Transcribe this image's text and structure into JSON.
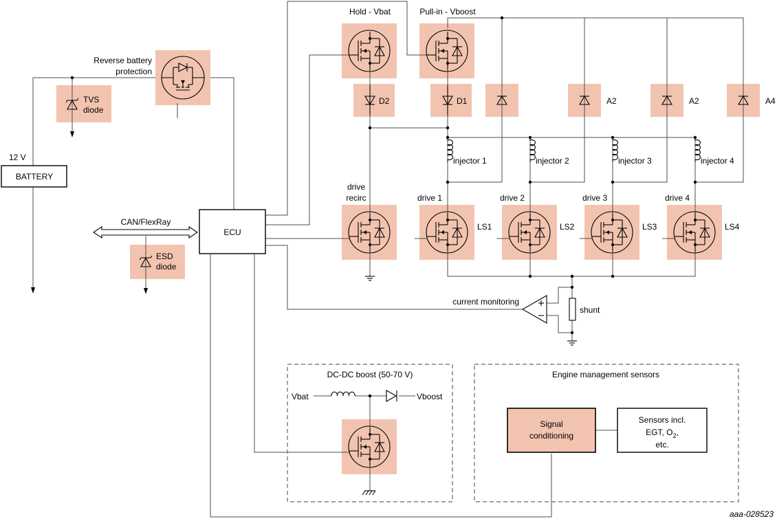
{
  "colors": {
    "component_fill": "#f2c4b0",
    "wire": "#4d4d4d",
    "boundary": "#666666"
  },
  "labels": {
    "hold_vbat": "Hold - Vbat",
    "pullin_vboost": "Pull-in - Vboost",
    "reverse_battery_l1": "Reverse battery",
    "reverse_battery_l2": "protection",
    "tvs_l1": "TVS",
    "tvs_l2": "diode",
    "battery_voltage": "12 V",
    "battery": "BATTERY",
    "can_flexray": "CAN/FlexRay",
    "ecu": "ECU",
    "esd_l1": "ESD",
    "esd_l2": "diode",
    "d2": "D2",
    "d1": "D1",
    "a2_first": "A2",
    "a2_second": "A2",
    "a4": "A4",
    "injector1": "injector 1",
    "injector2": "injector 2",
    "injector3": "injector 3",
    "injector4": "injector 4",
    "drive_recirc_l1": "drive",
    "drive_recirc_l2": "recirc",
    "drive1": "drive 1",
    "drive2": "drive 2",
    "drive3": "drive 3",
    "drive4": "drive 4",
    "ls1": "LS1",
    "ls2": "LS2",
    "ls3": "LS3",
    "ls4": "LS4",
    "current_monitoring": "current monitoring",
    "shunt": "shunt",
    "dcdc_title": "DC-DC boost (50-70 V)",
    "vbat": "Vbat",
    "vboost": "Vboost",
    "ems_title": "Engine management sensors",
    "signal_cond_l1": "Signal",
    "signal_cond_l2": "conditioning",
    "sensors_l1": "Sensors incl.",
    "sensors_l2a": "EGT, O",
    "sensors_l2_sub": "2",
    "sensors_l2b": ",",
    "sensors_l3": "etc.",
    "figure_id": "aaa-028523"
  },
  "icons": {
    "mosfet": "mosfet-icon",
    "diode": "diode-icon",
    "tvs": "tvs-diode-icon",
    "zener": "zener-diode-icon",
    "inductor": "inductor-icon",
    "ground": "ground-icon",
    "amplifier": "op-amp-icon",
    "resistor": "resistor-icon",
    "arrow": "double-arrow-icon"
  }
}
